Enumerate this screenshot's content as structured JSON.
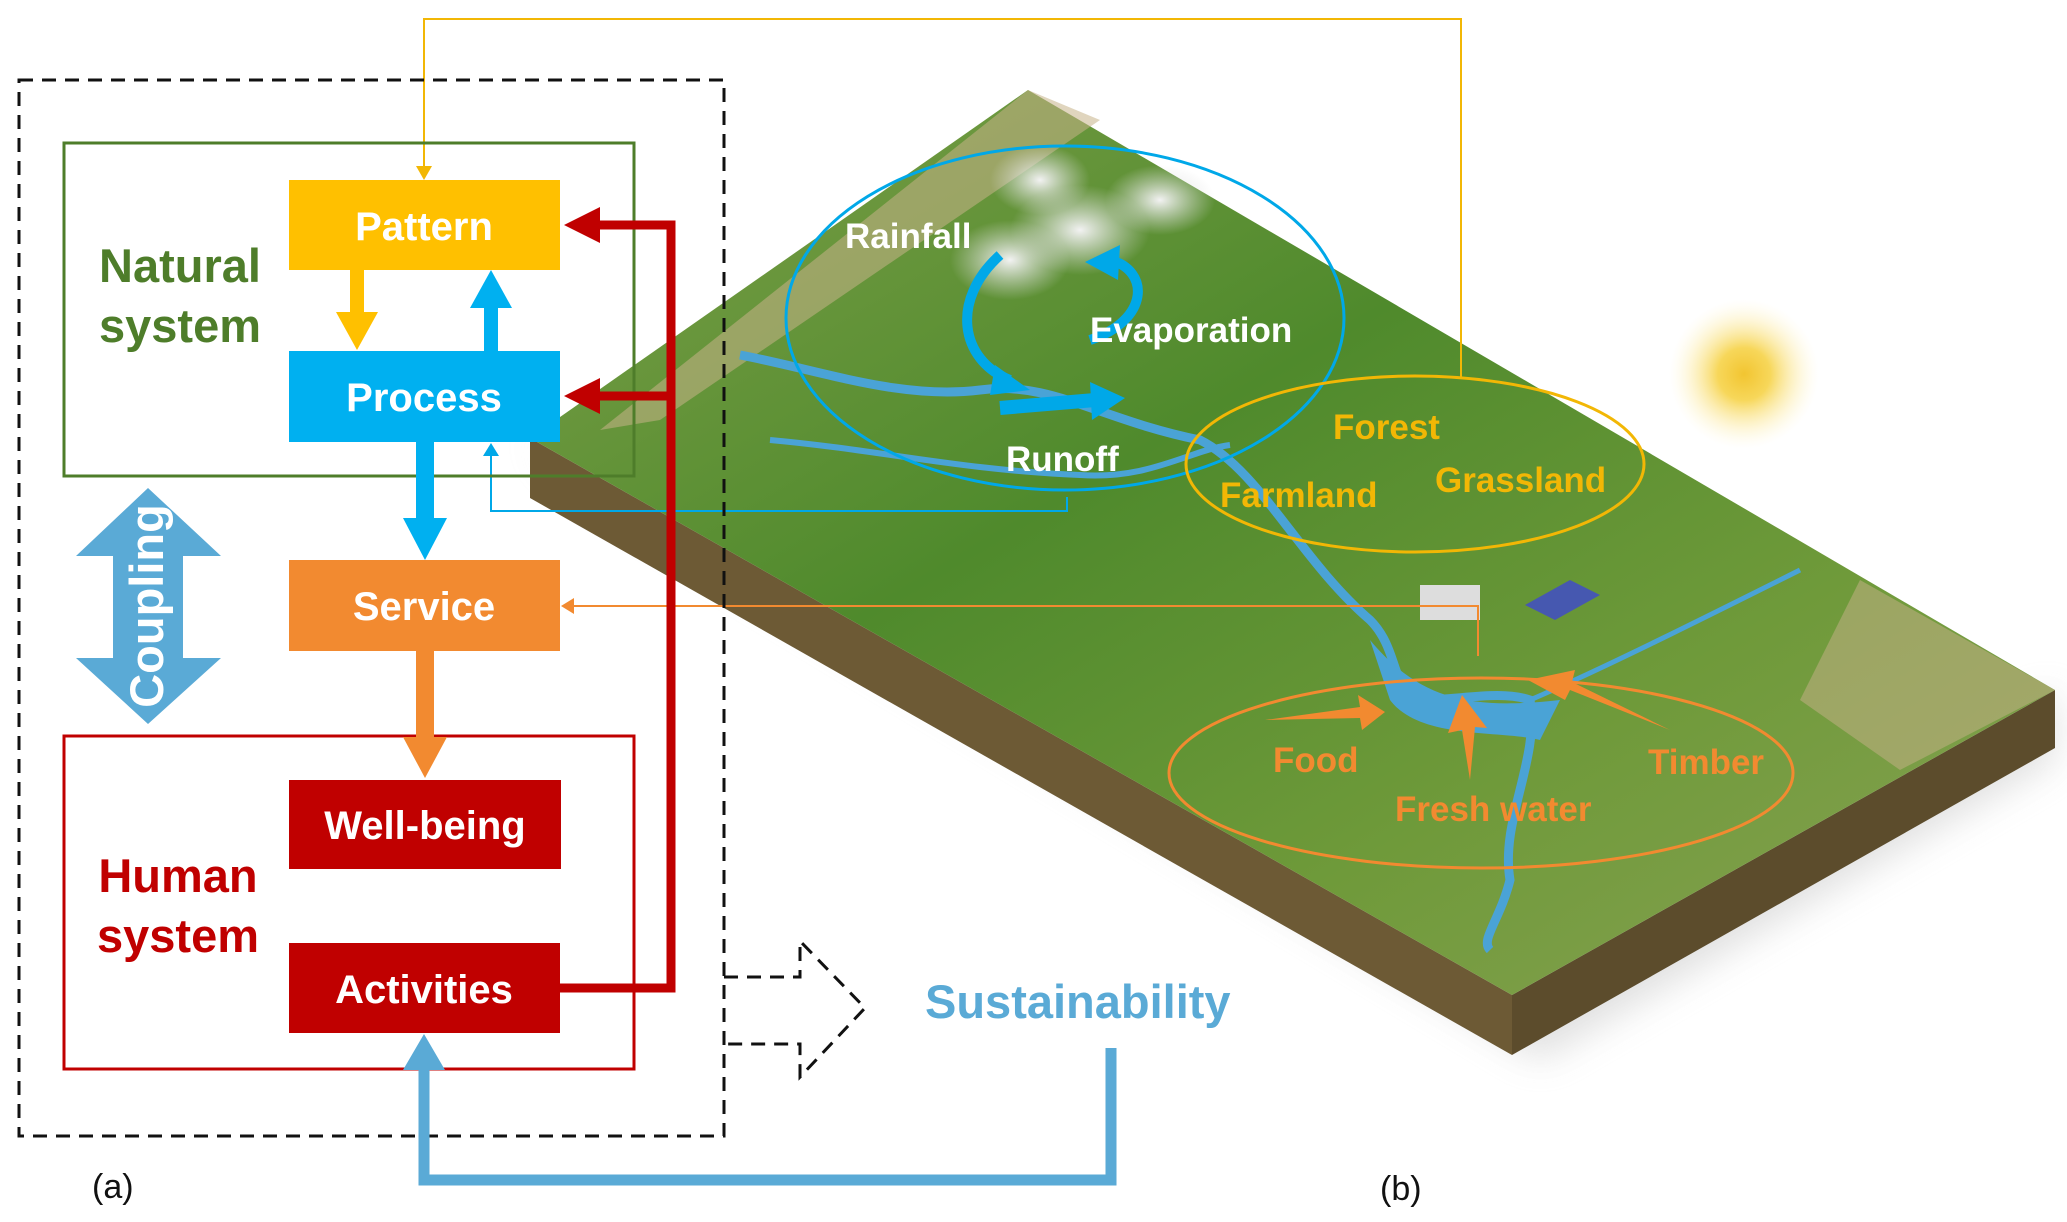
{
  "colors": {
    "natural": "#4e7d2a",
    "human": "#c00000",
    "pattern": "#ffc000",
    "process": "#00b0f0",
    "service": "#f28a30",
    "sustainability": "#5aaad6"
  },
  "panel_a": {
    "label": "(a)",
    "natural_system": [
      "Natural",
      "system"
    ],
    "human_system": [
      "Human",
      "system"
    ],
    "boxes": {
      "pattern": "Pattern",
      "process": "Process",
      "service": "Service",
      "wellbeing": "Well-being",
      "activities": "Activities"
    },
    "coupling": "Coupling",
    "sustainability": "Sustainability"
  },
  "panel_b": {
    "label": "(b)",
    "water_cycle": {
      "rainfall": "Rainfall",
      "evaporation": "Evaporation",
      "runoff": "Runoff"
    },
    "land_use": {
      "forest": "Forest",
      "farmland": "Farmland",
      "grassland": "Grassland"
    },
    "services": {
      "food": "Food",
      "fresh_water": "Fresh water",
      "timber": "Timber"
    }
  }
}
